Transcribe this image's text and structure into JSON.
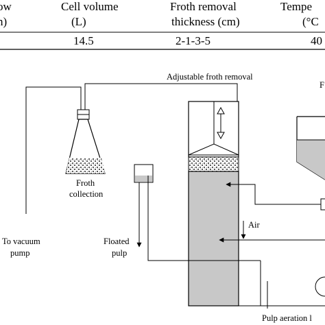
{
  "table": {
    "headers": [
      {
        "line1": "ow",
        "line2": "n)"
      },
      {
        "line1": "Cell volume",
        "line2": "(L)"
      },
      {
        "line1": "Froth removal",
        "line2": "thickness (cm)"
      },
      {
        "line1": "Tempe",
        "line2": "(°C"
      }
    ],
    "row": [
      "",
      "14.5",
      "2-1-3-5",
      "40"
    ]
  },
  "diagram": {
    "labels": {
      "adjustable_froth_removal": "Adjustable froth removal",
      "froth_collection_1": "Froth",
      "froth_collection_2": "collection",
      "to_vacuum_1": "To vacuum",
      "to_vacuum_2": "pump",
      "floated_pulp_1": "Floated",
      "floated_pulp_2": "pulp",
      "air": "Air",
      "pulp_aeration": "Pulp aeration l",
      "feed_partial": "F"
    }
  }
}
